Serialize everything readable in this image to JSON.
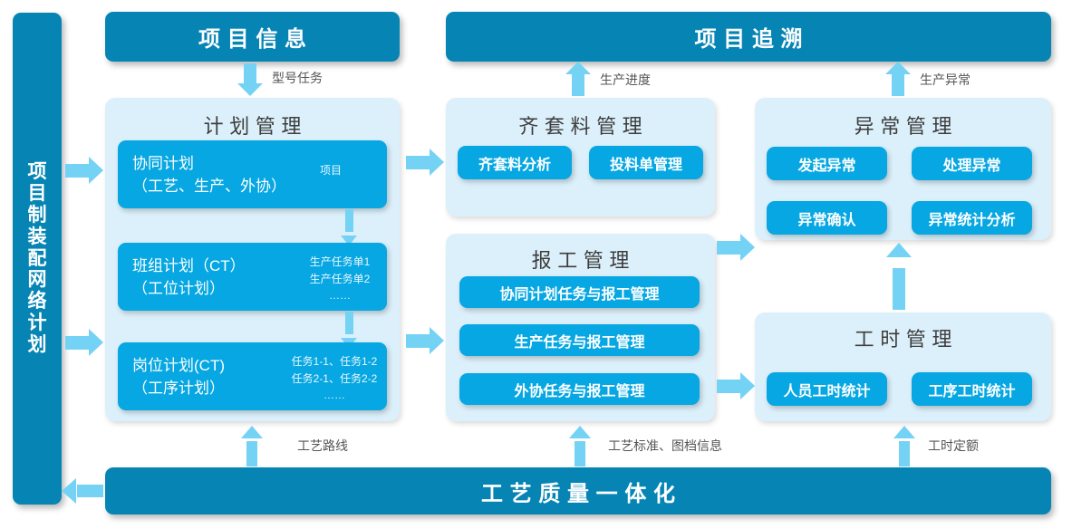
{
  "left_bar": {
    "label": "项目制装配网络计划"
  },
  "headers": [
    {
      "name": "project-info",
      "label": "项目信息"
    },
    {
      "name": "project-trace",
      "label": "项目追溯"
    }
  ],
  "footer": {
    "label": "工艺质量一体化"
  },
  "panels": {
    "plan": {
      "title": "计划管理",
      "cards": [
        {
          "title": "协同计划",
          "subtitle": "（工艺、生产、外协）",
          "note": [
            "项目"
          ]
        },
        {
          "title": "班组计划（CT）",
          "subtitle": "（工位计划）",
          "note": [
            "生产任务单1",
            "生产任务单2",
            "……"
          ]
        },
        {
          "title": "岗位计划(CT)",
          "subtitle": "（工序计划）",
          "note": [
            "任务1-1、任务1-2",
            "任务2-1、任务2-2",
            "……"
          ]
        }
      ]
    },
    "material": {
      "title": "齐套料管理",
      "buttons": [
        "齐套料分析",
        "投料单管理"
      ]
    },
    "report": {
      "title": "报工管理",
      "buttons": [
        "协同计划任务与报工管理",
        "生产任务与报工管理",
        "外协任务与报工管理"
      ]
    },
    "exception": {
      "title": "异常管理",
      "buttons": [
        "发起异常",
        "处理异常",
        "异常确认",
        "异常统计分析"
      ]
    },
    "worktime": {
      "title": "工时管理",
      "buttons": [
        "人员工时统计",
        "工序工时统计"
      ]
    }
  },
  "arrow_labels": {
    "model_task": "型号任务",
    "production_progress": "生产进度",
    "production_exception": "生产异常",
    "process_route": "工艺路线",
    "process_standard": "工艺标准、图档信息",
    "worktime_quota": "工时定额"
  },
  "colors": {
    "header_blue": "#0685b5",
    "card_blue": "#06a7e2",
    "panel_bg": "#dcf0fb",
    "arrow_blue": "#74d2f5",
    "text_dark": "#3d3d3d"
  }
}
